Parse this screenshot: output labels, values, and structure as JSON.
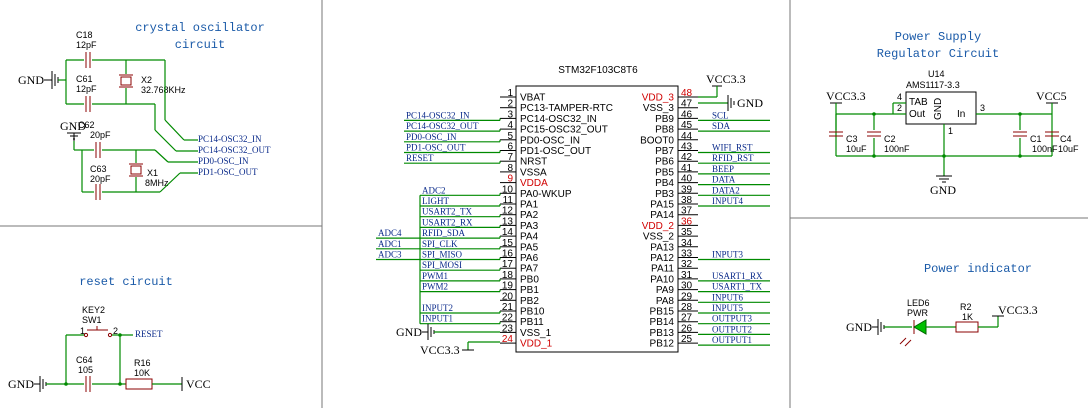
{
  "titles": {
    "crystal": [
      "crystal oscillator",
      "circuit"
    ],
    "reset": "reset circuit",
    "psu": [
      "Power Supply",
      "Regulator Circuit"
    ],
    "power_ind": "Power indicator"
  },
  "crystal": {
    "c18": [
      "C18",
      "12pF"
    ],
    "c61": [
      "C61",
      "12pF"
    ],
    "x2": [
      "X2",
      "32.768KHz"
    ],
    "c62": [
      "C62",
      "20pF"
    ],
    "c63": [
      "C63",
      "20pF"
    ],
    "x1": [
      "X1",
      "8MHz"
    ],
    "gnd": "GND",
    "nets": [
      "PC14-OSC32_IN",
      "PC14-OSC32_OUT",
      "PD0-OSC_IN",
      "PD1-OSC_OUT"
    ]
  },
  "reset": {
    "key": [
      "KEY2",
      "SW1"
    ],
    "pin1": "1",
    "pin2": "2",
    "net": "RESET",
    "c64": [
      "C64",
      "105"
    ],
    "r16": [
      "R16",
      "10K"
    ],
    "gnd": "GND",
    "vcc": "VCC"
  },
  "mcu": {
    "name": "STM32F103C8T6",
    "left_pins": [
      {
        "num": "1",
        "name": "VBAT",
        "red": false
      },
      {
        "num": "2",
        "name": "PC13-TAMPER-RTC",
        "red": false
      },
      {
        "num": "3",
        "name": "PC14-OSC32_IN",
        "red": false
      },
      {
        "num": "4",
        "name": "PC15-OSC32_OUT",
        "red": false
      },
      {
        "num": "5",
        "name": "PD0-OSC_IN",
        "red": false
      },
      {
        "num": "6",
        "name": "PD1-OSC_OUT",
        "red": false
      },
      {
        "num": "7",
        "name": "NRST",
        "red": false
      },
      {
        "num": "8",
        "name": "VSSA",
        "red": false
      },
      {
        "num": "9",
        "name": "VDDA",
        "red": true
      },
      {
        "num": "10",
        "name": "PA0-WKUP",
        "red": false
      },
      {
        "num": "11",
        "name": "PA1",
        "red": false
      },
      {
        "num": "12",
        "name": "PA2",
        "red": false
      },
      {
        "num": "13",
        "name": "PA3",
        "red": false
      },
      {
        "num": "14",
        "name": "PA4",
        "red": false
      },
      {
        "num": "15",
        "name": "PA5",
        "red": false
      },
      {
        "num": "16",
        "name": "PA6",
        "red": false
      },
      {
        "num": "17",
        "name": "PA7",
        "red": false
      },
      {
        "num": "18",
        "name": "PB0",
        "red": false
      },
      {
        "num": "19",
        "name": "PB1",
        "red": false
      },
      {
        "num": "20",
        "name": "PB2",
        "red": false
      },
      {
        "num": "21",
        "name": "PB10",
        "red": false
      },
      {
        "num": "22",
        "name": "PB11",
        "red": false
      },
      {
        "num": "23",
        "name": "VSS_1",
        "red": false
      },
      {
        "num": "24",
        "name": "VDD_1",
        "red": true
      }
    ],
    "right_pins": [
      {
        "num": "48",
        "name": "VDD_3",
        "red": true
      },
      {
        "num": "47",
        "name": "VSS_3",
        "red": false
      },
      {
        "num": "46",
        "name": "PB9",
        "red": false
      },
      {
        "num": "45",
        "name": "PB8",
        "red": false
      },
      {
        "num": "44",
        "name": "BOOT0",
        "red": false
      },
      {
        "num": "43",
        "name": "PB7",
        "red": false
      },
      {
        "num": "42",
        "name": "PB6",
        "red": false
      },
      {
        "num": "41",
        "name": "PB5",
        "red": false
      },
      {
        "num": "40",
        "name": "PB4",
        "red": false
      },
      {
        "num": "39",
        "name": "PB3",
        "red": false
      },
      {
        "num": "38",
        "name": "PA15",
        "red": false
      },
      {
        "num": "37",
        "name": "PA14",
        "red": false
      },
      {
        "num": "36",
        "name": "VDD_2",
        "red": true
      },
      {
        "num": "35",
        "name": "VSS_2",
        "red": false
      },
      {
        "num": "34",
        "name": "PA13",
        "red": false
      },
      {
        "num": "33",
        "name": "PA12",
        "red": false
      },
      {
        "num": "32",
        "name": "PA11",
        "red": false
      },
      {
        "num": "31",
        "name": "PA10",
        "red": false
      },
      {
        "num": "30",
        "name": "PA9",
        "red": false
      },
      {
        "num": "29",
        "name": "PA8",
        "red": false
      },
      {
        "num": "28",
        "name": "PB15",
        "red": false
      },
      {
        "num": "27",
        "name": "PB14",
        "red": false
      },
      {
        "num": "26",
        "name": "PB13",
        "red": false
      },
      {
        "num": "25",
        "name": "PB12",
        "red": false
      }
    ],
    "left_nets": [
      {
        "pin": "3",
        "label": "PC14-OSC32_IN"
      },
      {
        "pin": "4",
        "label": "PC14-OSC32_OUT"
      },
      {
        "pin": "5",
        "label": "PD0-OSC_IN"
      },
      {
        "pin": "6",
        "label": "PD1-OSC_OUT"
      },
      {
        "pin": "7",
        "label": "RESET"
      },
      {
        "pin": "10",
        "label": "ADC2"
      },
      {
        "pin": "11",
        "label": "LIGHT"
      },
      {
        "pin": "12",
        "label": "USART2_TX"
      },
      {
        "pin": "13",
        "label": "USART2_RX"
      },
      {
        "pin": "14",
        "label": "RFID_SDA"
      },
      {
        "pin": "15",
        "label": "SPI_CLK"
      },
      {
        "pin": "16",
        "label": "SPI_MISO"
      },
      {
        "pin": "17",
        "label": "SPI_MOSI"
      },
      {
        "pin": "18",
        "label": "PWM1"
      },
      {
        "pin": "19",
        "label": "PWM2"
      },
      {
        "pin": "21",
        "label": "INPUT2"
      },
      {
        "pin": "22",
        "label": "INPUT1"
      }
    ],
    "far_left_nets": [
      {
        "pin": "14",
        "label": "ADC4"
      },
      {
        "pin": "15",
        "label": "ADC1"
      },
      {
        "pin": "16",
        "label": "ADC3"
      }
    ],
    "right_nets": [
      {
        "pin": "46",
        "label": "SCL"
      },
      {
        "pin": "45",
        "label": "SDA"
      },
      {
        "pin": "43",
        "label": "WIFI_RST"
      },
      {
        "pin": "42",
        "label": "RFID_RST"
      },
      {
        "pin": "41",
        "label": "BEEP"
      },
      {
        "pin": "40",
        "label": "DATA"
      },
      {
        "pin": "39",
        "label": "DATA2"
      },
      {
        "pin": "38",
        "label": "INPUT4"
      },
      {
        "pin": "33",
        "label": "INPUT3"
      },
      {
        "pin": "31",
        "label": "USART1_RX"
      },
      {
        "pin": "30",
        "label": "USART1_TX"
      },
      {
        "pin": "29",
        "label": "INPUT6"
      },
      {
        "pin": "28",
        "label": "INPUT5"
      },
      {
        "pin": "27",
        "label": "OUTPUT3"
      },
      {
        "pin": "26",
        "label": "OUTPUT2"
      },
      {
        "pin": "25",
        "label": "OUTPUT1"
      }
    ],
    "vcc_top": "VCC3.3",
    "gnd_right": "GND",
    "gnd_left": "GND",
    "vcc_bottom": "VCC3.3"
  },
  "psu": {
    "u14": [
      "U14",
      "AMS1117-3.3"
    ],
    "tab": "TAB",
    "out": "Out",
    "in": "In",
    "gnd_pin": "GND",
    "pin4": "4",
    "pin2": "2",
    "pin3": "3",
    "pin1": "1",
    "vcc33": "VCC3.3",
    "vcc5": "VCC5",
    "c3": [
      "C3",
      "10uF"
    ],
    "c2": [
      "C2",
      "100nF"
    ],
    "c1": [
      "C1",
      "100nF"
    ],
    "c4": [
      "C4",
      "10uF"
    ],
    "gnd": "GND"
  },
  "power_ind": {
    "led": [
      "LED6",
      "PWR"
    ],
    "r2": [
      "R2",
      "1K"
    ],
    "vcc": "VCC3.3",
    "gnd": "GND"
  }
}
